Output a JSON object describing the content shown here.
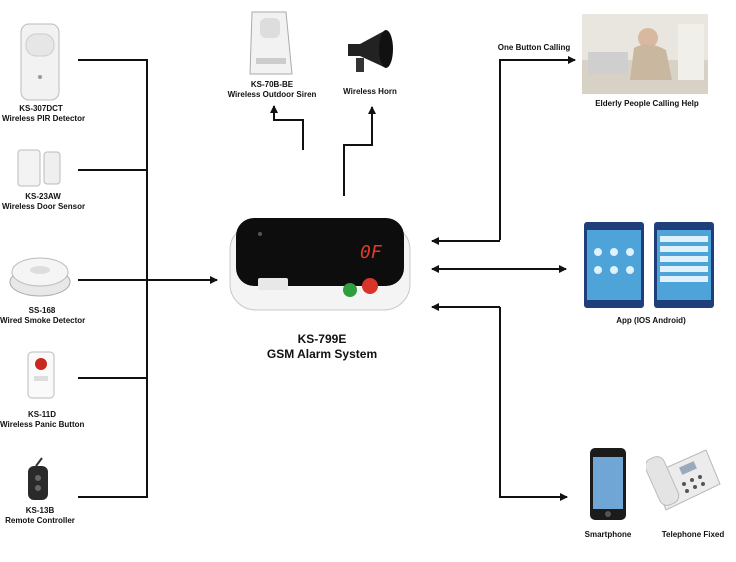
{
  "devices_left": [
    {
      "model": "KS-307DCT",
      "name": "Wireless PIR Detector"
    },
    {
      "model": "KS-23AW",
      "name": "Wireless Door Sensor"
    },
    {
      "model": "SS-168",
      "name": "Wired Smoke Detector"
    },
    {
      "model": "KS-11D",
      "name": "Wireless Panic Button"
    },
    {
      "model": "KS-13B",
      "name": "Remote Controller"
    }
  ],
  "devices_top": [
    {
      "model": "KS-70B-BE",
      "name": "Wireless Outdoor Siren"
    },
    {
      "model": "",
      "name": "Wireless Horn"
    }
  ],
  "center": {
    "model": "KS-799E",
    "name": "GSM Alarm System",
    "display": "0F"
  },
  "right": {
    "one_button_label": "One Button Calling",
    "elderly_label": "Elderly People Calling Help",
    "app_label": "App (IOS Android)",
    "smartphone_label": "Smartphone",
    "telephone_label": "Telephone Fixed"
  },
  "icons": [
    "pir-detector-icon",
    "door-sensor-icon",
    "smoke-detector-icon",
    "panic-button-icon",
    "remote-controller-icon",
    "siren-icon",
    "horn-icon",
    "alarm-panel-icon",
    "elderly-person-photo",
    "app-screens-icon",
    "smartphone-icon",
    "telephone-icon"
  ]
}
